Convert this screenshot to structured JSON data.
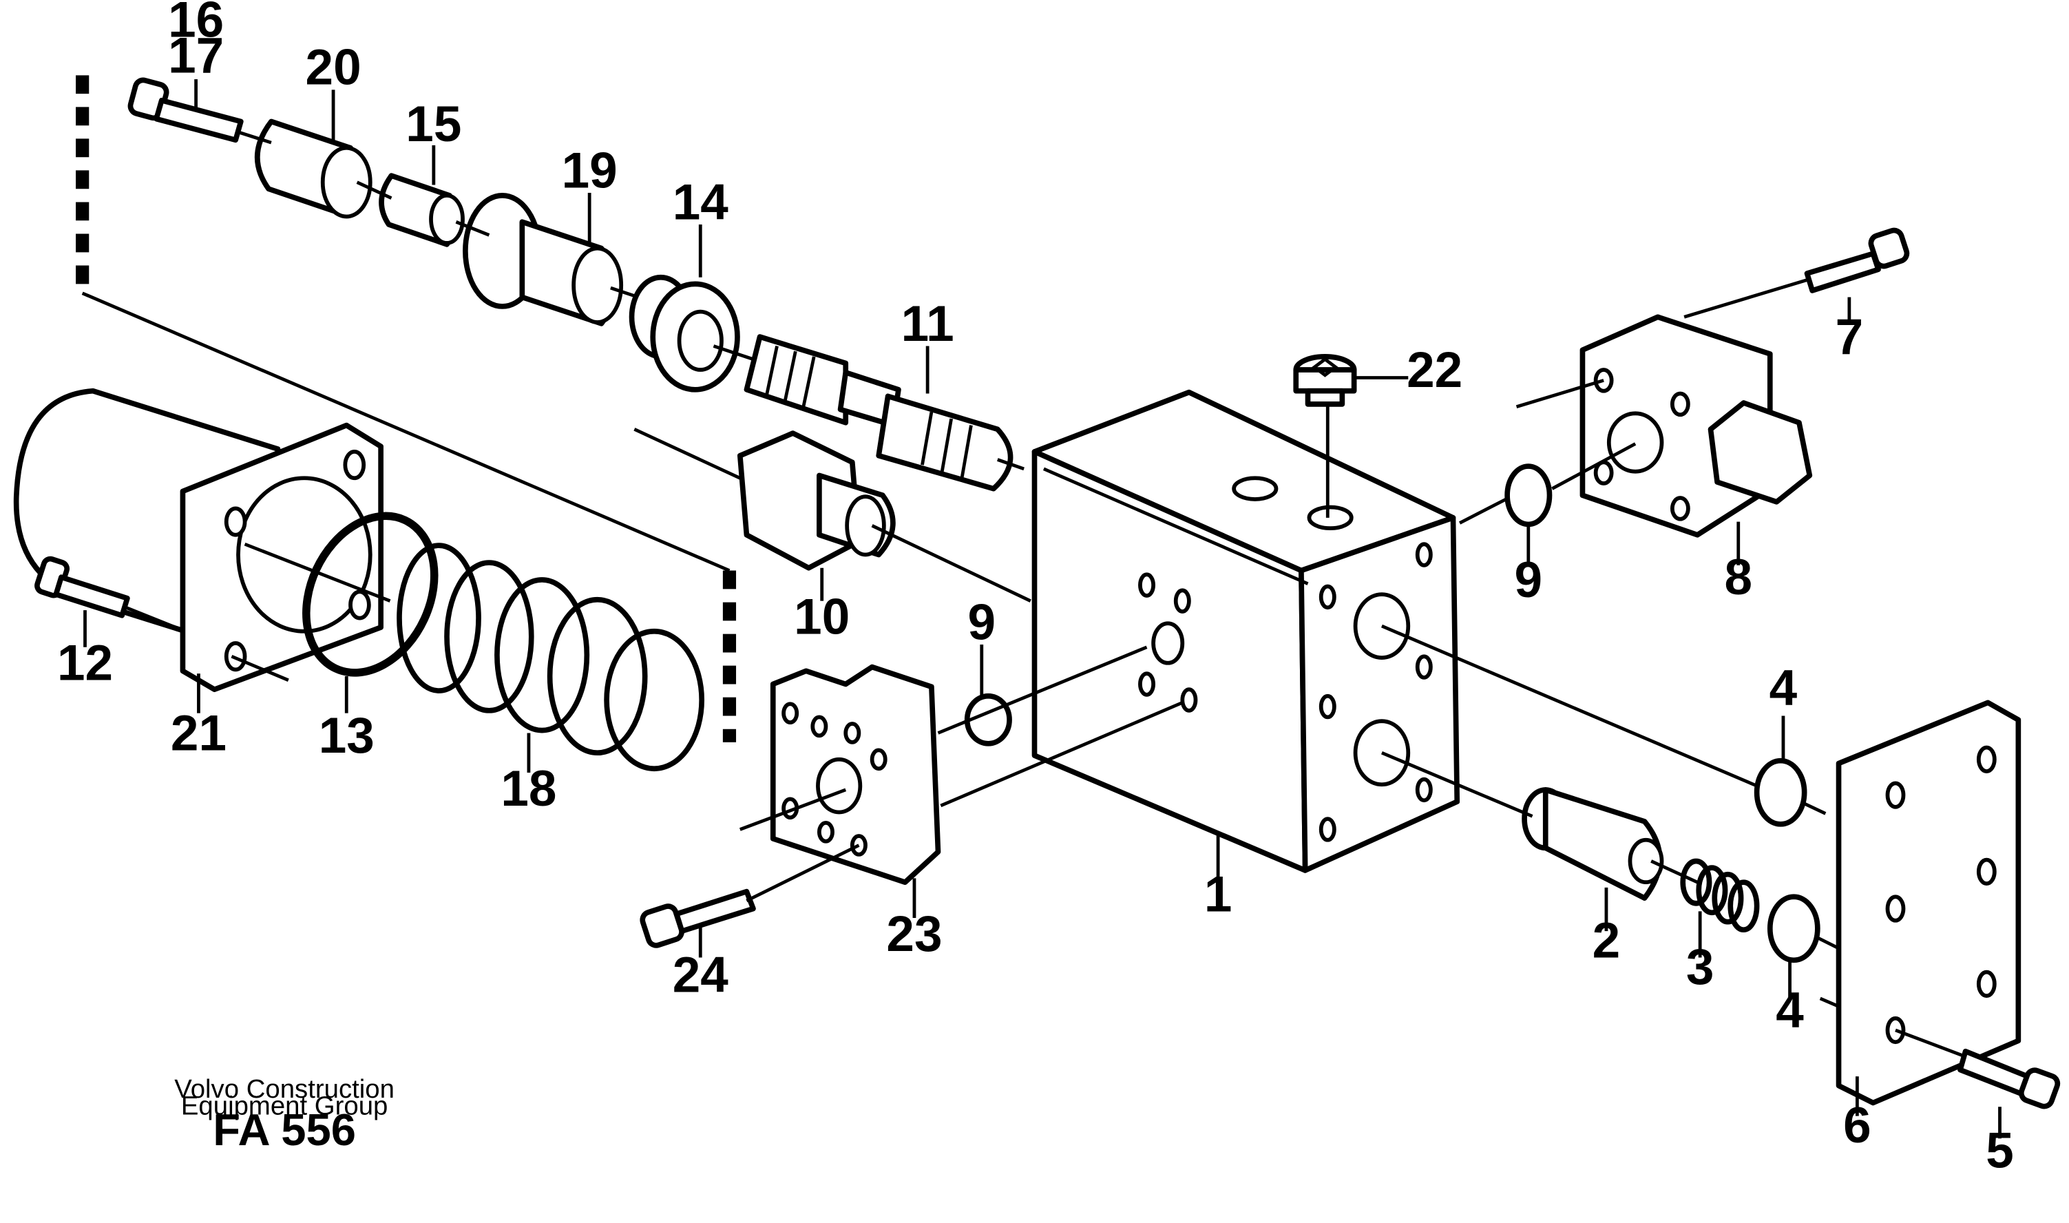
{
  "diagram": {
    "callouts": [
      "1",
      "2",
      "3",
      "4",
      "4",
      "5",
      "6",
      "7",
      "8",
      "9",
      "9",
      "10",
      "11",
      "12",
      "13",
      "14",
      "15",
      "16",
      "17",
      "18",
      "19",
      "20",
      "21",
      "22",
      "23",
      "24"
    ],
    "credit_line1": "Volvo Construction",
    "credit_line2": "Equipment Group",
    "figure_id": "FA 556"
  }
}
